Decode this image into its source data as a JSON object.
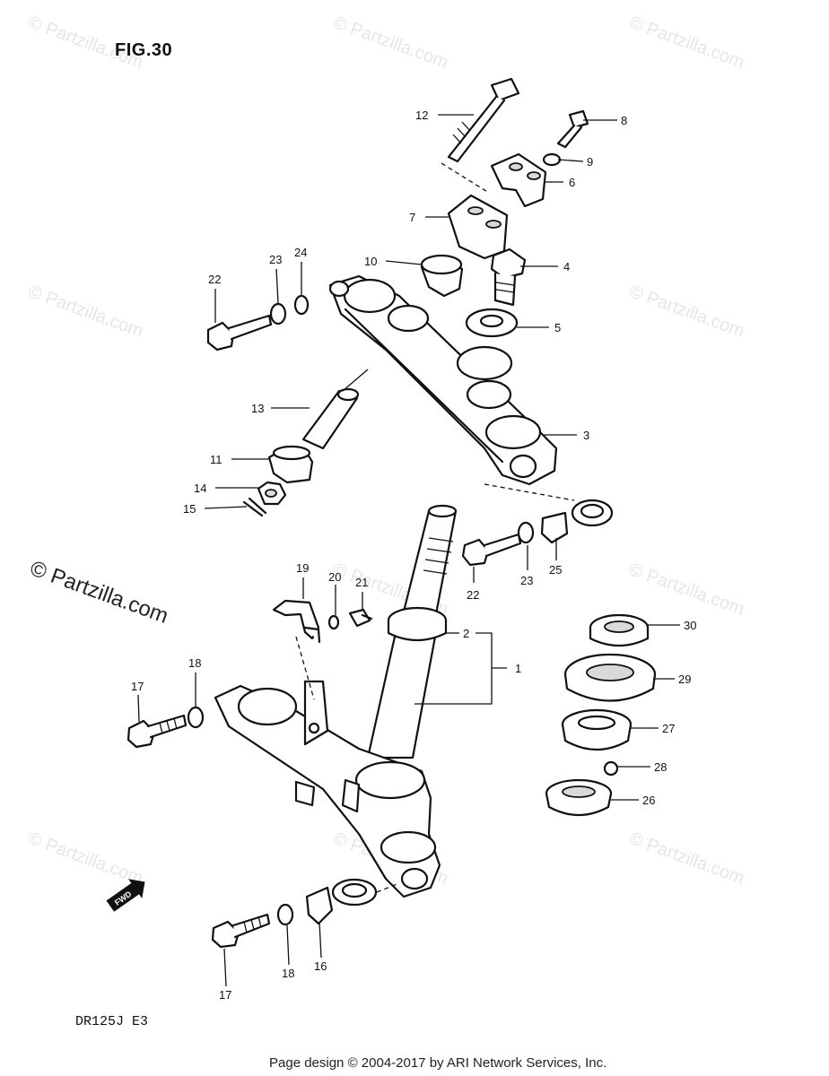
{
  "figure_title": "FIG.30",
  "model_code": "DR125J  E3",
  "footer_text": "Page design © 2004-2017 by ARI Network Services, Inc.",
  "watermark_text": "© Partzilla.com",
  "fwd_label": "FWD",
  "callouts": [
    "1",
    "2",
    "3",
    "4",
    "5",
    "6",
    "7",
    "8",
    "9",
    "10",
    "11",
    "12",
    "13",
    "14",
    "15",
    "16",
    "17",
    "17",
    "18",
    "18",
    "19",
    "20",
    "21",
    "22",
    "22",
    "23",
    "23",
    "24",
    "25",
    "26",
    "27",
    "28",
    "29",
    "30"
  ]
}
